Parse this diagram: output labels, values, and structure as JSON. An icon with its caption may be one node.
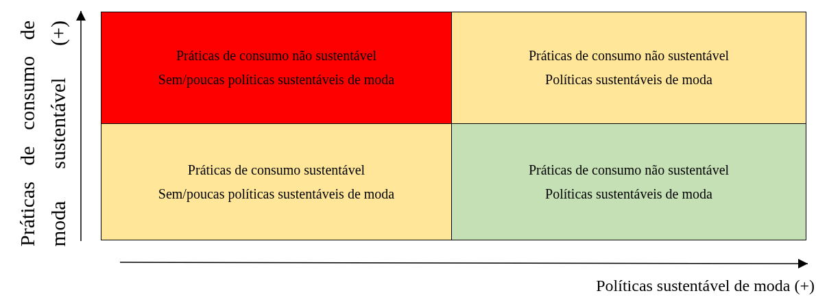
{
  "diagram": {
    "nodes": [
      {
        "text": [
          "Práticas de consumo não sustentável",
          "Sem/poucas políticas sustentáveis de moda"
        ]
      },
      {
        "text": [
          "Práticas de consumo não sustentável",
          "Políticas sustentáveis de moda"
        ]
      },
      {
        "text": [
          "Práticas de consumo sustentável",
          "Sem/poucas políticas sustentáveis de moda"
        ]
      },
      {
        "text": [
          "Práticas de consumo não sustentável",
          "Políticas sustentáveis de moda"
        ]
      }
    ],
    "labels": [
      "Práticas de consumo de moda sustentável (+)",
      "Políticas sustentável de moda (+)"
    ]
  }
}
